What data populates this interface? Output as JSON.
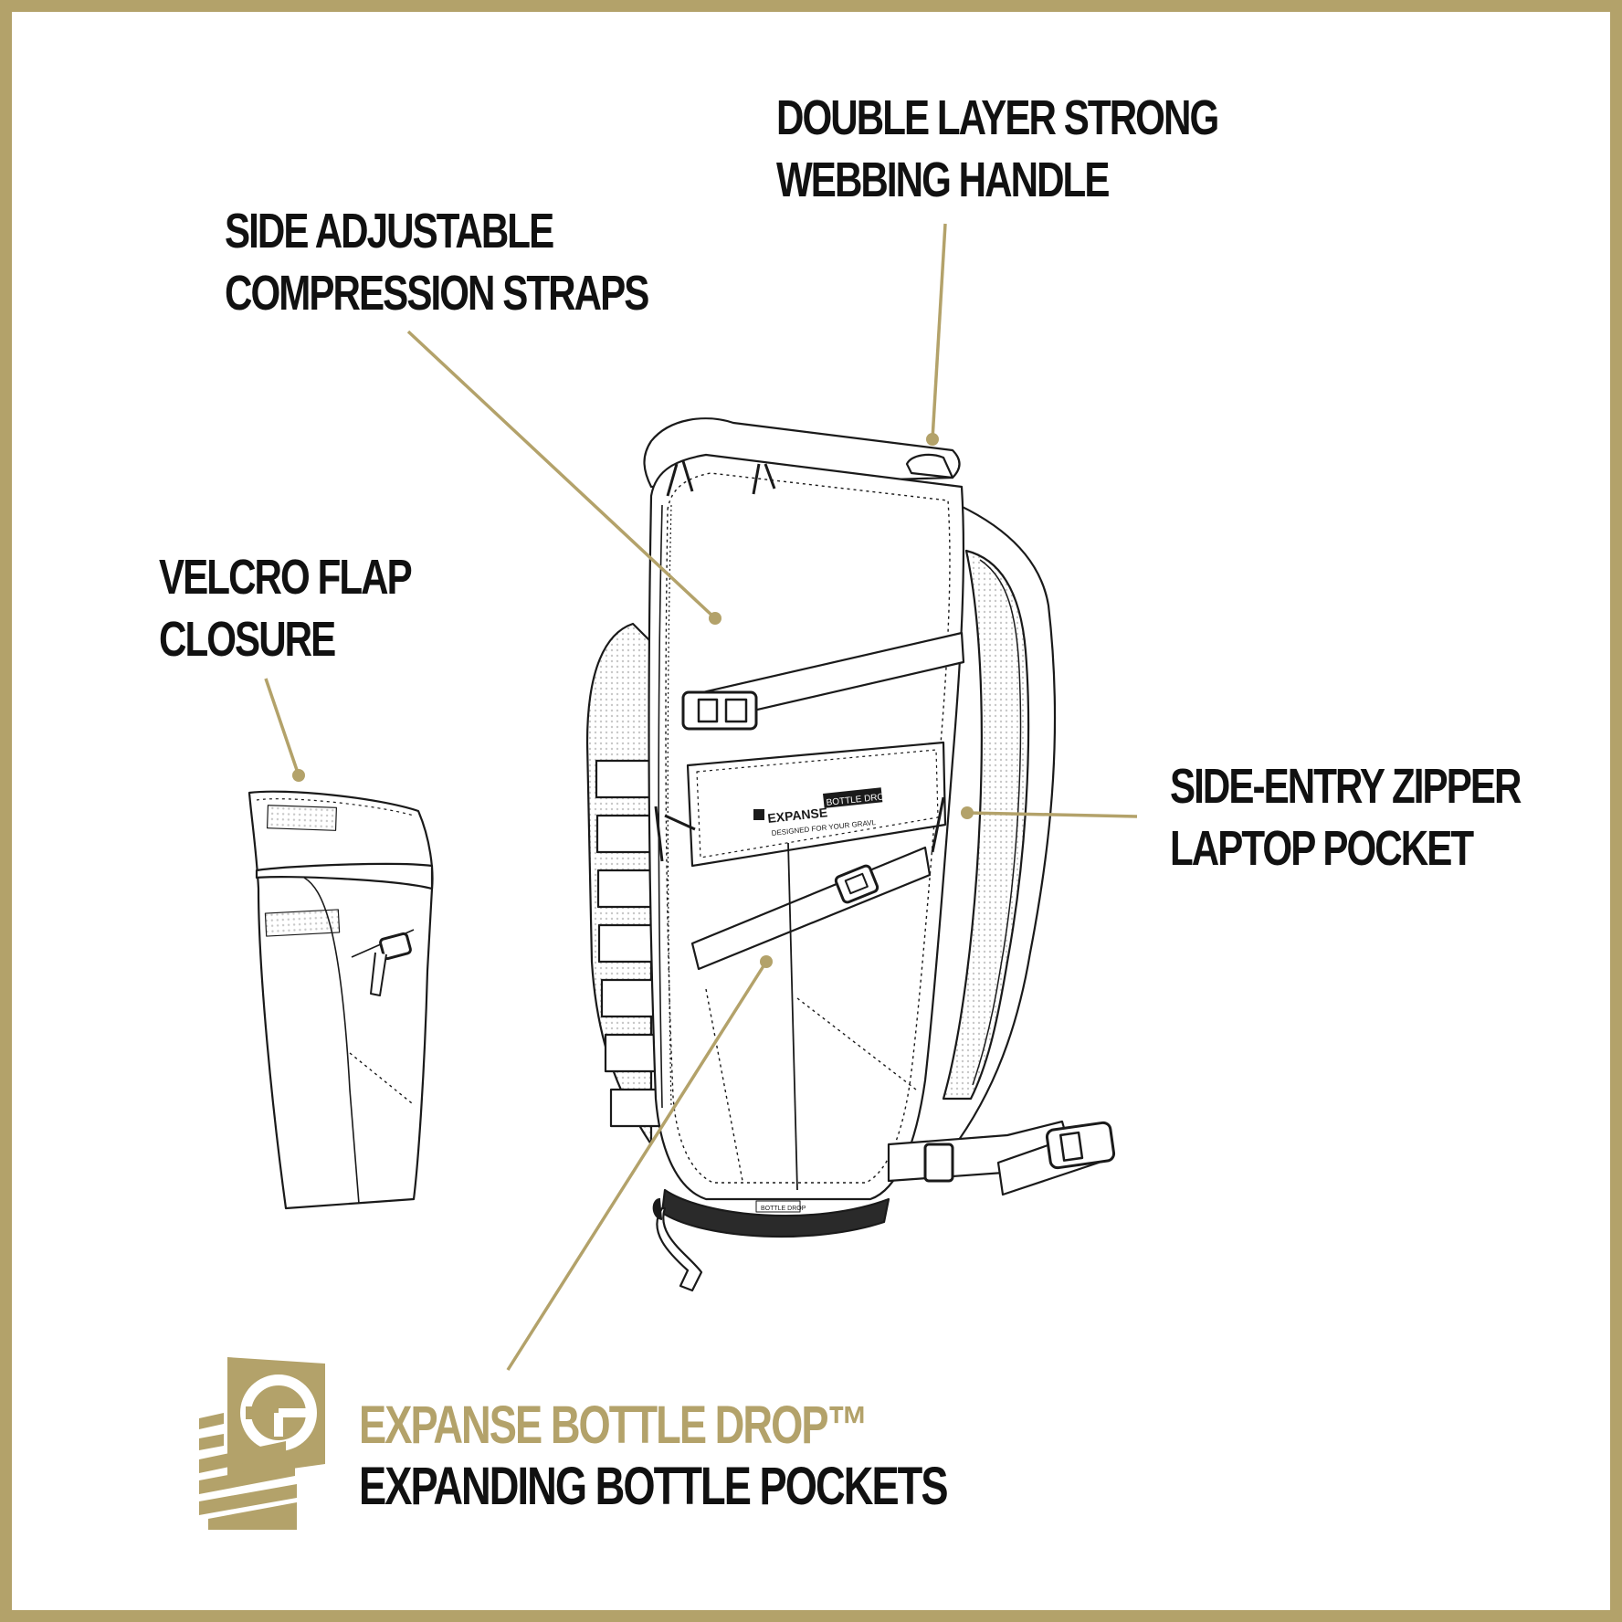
{
  "colors": {
    "accent": "#b3a26a",
    "text": "#111111",
    "line": "#1a1a1a",
    "background": "#ffffff"
  },
  "callouts": {
    "handle": {
      "line1": "DOUBLE LAYER STRONG",
      "line2": "WEBBING HANDLE"
    },
    "compression": {
      "line1": "SIDE ADJUSTABLE",
      "line2": "COMPRESSION STRAPS"
    },
    "velcro": {
      "line1": "VELCRO FLAP",
      "line2": "CLOSURE"
    },
    "laptop": {
      "line1": "SIDE-ENTRY ZIPPER",
      "line2": "LAPTOP POCKET"
    }
  },
  "patch": {
    "brand": "EXPANSE",
    "sub": "BOTTLE DROP",
    "tagline": "DESIGNED FOR YOUR GRAVL"
  },
  "small_patch": {
    "text": "BOTTLE DROP"
  },
  "feature": {
    "title": "EXPANSE BOTTLE DROP™",
    "subtitle": "EXPANDING BOTTLE POCKETS"
  },
  "logo": {
    "letter": "G",
    "icon": "expanse-logo-icon"
  }
}
